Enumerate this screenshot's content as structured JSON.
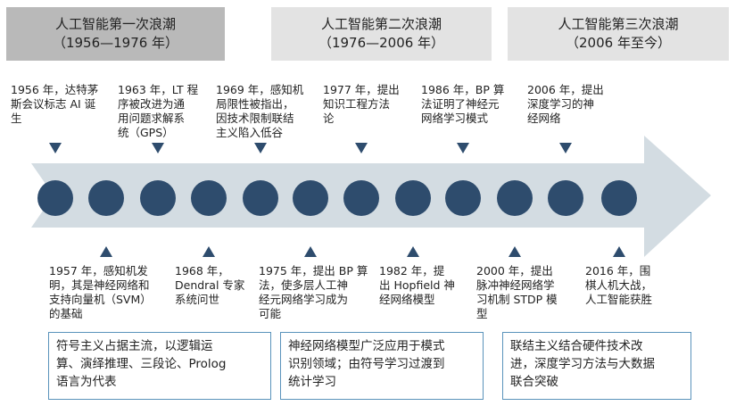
{
  "waves": [
    {
      "title": "人工智能第一次浪潮",
      "period": "（1956—1976 年）"
    },
    {
      "title": "人工智能第二次浪潮",
      "period": "（1976—2006 年）"
    },
    {
      "title": "人工智能第三次浪潮",
      "period": "（2006 年至今）"
    }
  ],
  "top_events": [
    "1956 年，达特茅\n斯会议标志 AI 诞\n生",
    "1963 年，LT 程\n序被改进为通\n用问题求解系\n统（GPS）",
    "1969 年，感知机\n局限性被指出，\n因技术限制联结\n主义陷入低谷",
    "1977 年，提出\n知识工程方法\n论",
    "1986 年，BP 算\n法证明了神经元\n网络学习模式",
    "2006 年，提出\n深度学习的神\n经网络"
  ],
  "bottom_events": [
    "1957 年，感知机发\n明，其是神经网络和\n支持向量机（SVM）\n的基础",
    "1968 年，\nDendral 专家\n系统问世",
    "1975 年，提出 BP 算\n法，使多层人工神\n经元网络学习成为\n可能",
    "1982 年，提\n出 Hopfield 神\n经网络模型",
    "2000 年，提出\n脉冲神经网络学\n习机制 STDP 模\n型",
    "2016 年，围\n棋人机大战，\n人工智能获胜"
  ],
  "summaries": [
    "符号主义占据主流，以逻辑运\n算、演绎推理、三段论、Prolog\n语言为代表",
    "神经网络模型广泛应用于模式\n识别领域；由符号学习过渡到\n统计学习",
    "联结主义结合硬件技术改\n进，深度学习方法与大数据\n联合突破"
  ],
  "colors": {
    "node": "#2e4c6d",
    "marker": "#2e4c6d",
    "arrow": "#d3dce2",
    "box_border": "#5a93bb"
  }
}
